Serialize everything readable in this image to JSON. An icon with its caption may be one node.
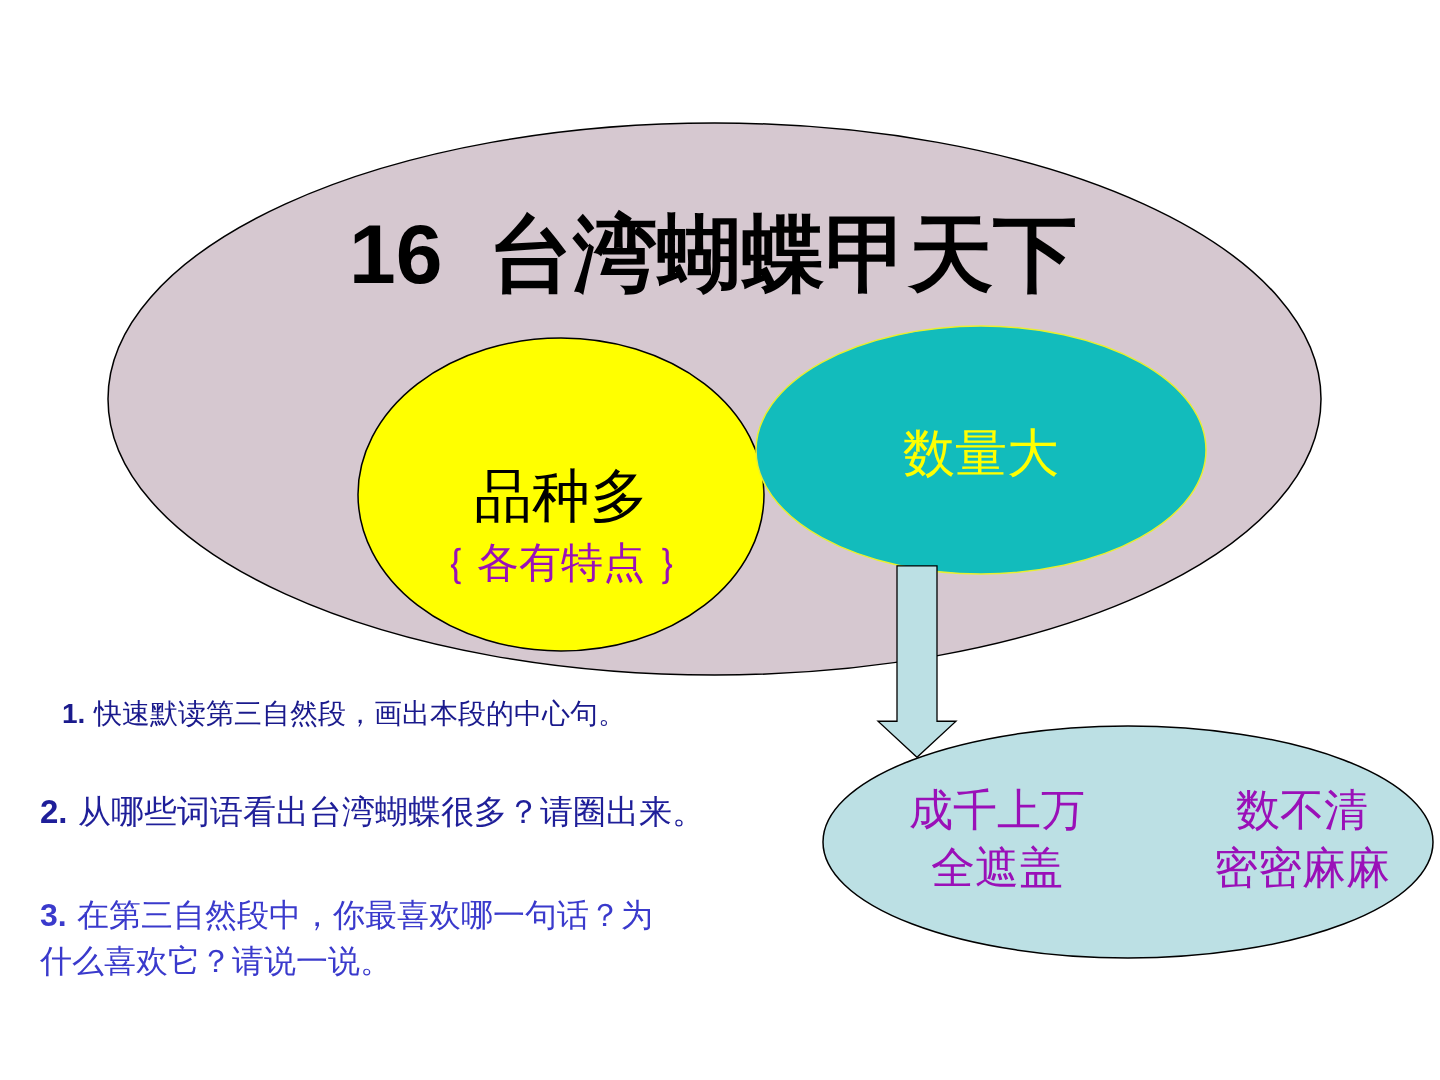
{
  "diagram": {
    "nodes": [
      {
        "text": [
          "16  台湾蝴蝶甲天下"
        ]
      },
      {
        "text": [
          "品种多",
          "｛ 各有特点 ｝"
        ],
        "in": 0
      },
      {
        "text": [
          "数量大"
        ],
        "in": 0
      },
      {
        "text": [
          "成千上万",
          "数不清",
          "全遮盖",
          "密密麻麻"
        ]
      }
    ],
    "edges": [
      {
        "from": 2,
        "to": 3,
        "arrow": "to"
      }
    ],
    "labels": [
      "**1.** 快速默读第三自然段，画出本段的中心句。",
      "**2.** 从哪些词语看出台湾蝴蝶很多？请圈出来。",
      "**3.** 在第三自然段中，你最喜欢哪一句话？为什么喜欢它？请说一说。"
    ]
  }
}
